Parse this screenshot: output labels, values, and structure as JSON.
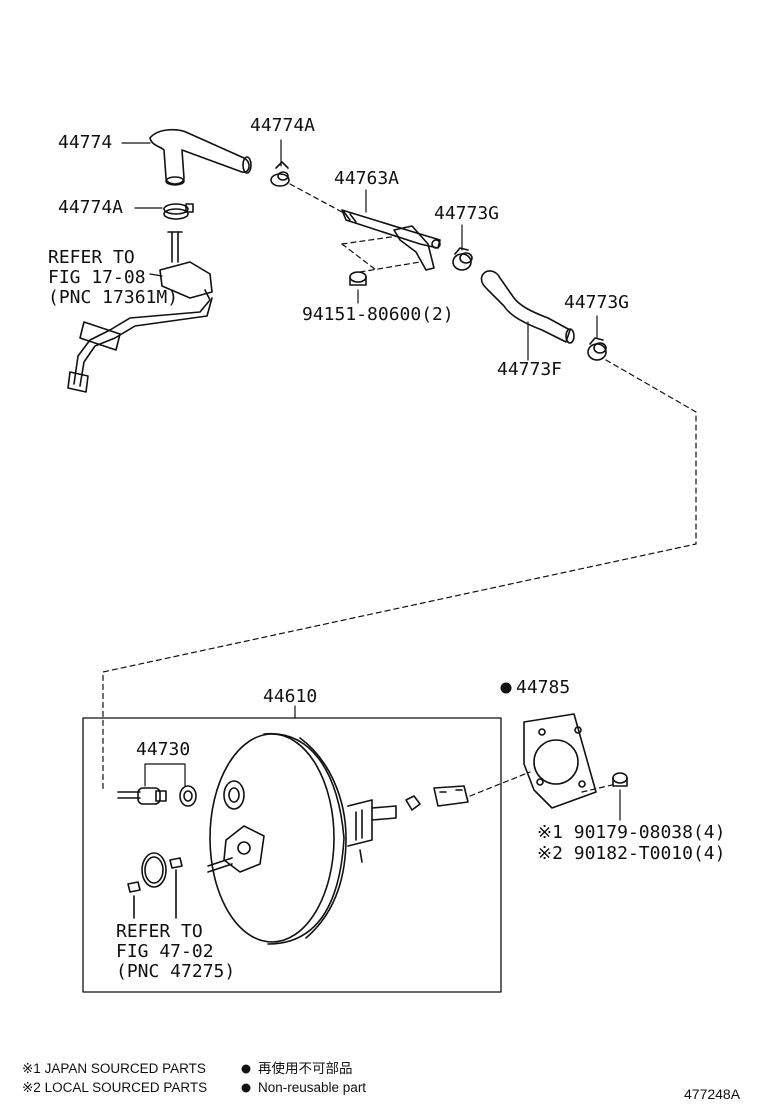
{
  "diagram_id": "477248A",
  "labels": {
    "hose_upper": "44774",
    "clamp_upper_right": "44774A",
    "clamp_upper_left": "44774A",
    "union": "44763A",
    "clamp_middle": "44773G",
    "clamp_right": "44773G",
    "hose_lower": "44773F",
    "nut_union": "94151-80600(2)",
    "booster_assy": "44610",
    "check_valve": "44730",
    "gasket": "44785",
    "nut_note_1": "※1 90179-08038(4)",
    "nut_note_2": "※2 90182-T0010(4)"
  },
  "refer_upper": {
    "line1": "REFER TO",
    "line2": "FIG 17-08",
    "line3": "(PNC 17361M)"
  },
  "refer_lower": {
    "line1": "REFER TO",
    "line2": "FIG 47-02",
    "line3": "(PNC 47275)"
  },
  "legend": {
    "japan_sourced": "※1 JAPAN SOURCED PARTS",
    "local_sourced": "※2 LOCAL SOURCED PARTS",
    "non_reusable_jp": "再使用不可部品",
    "non_reusable_en": "Non-reusable part"
  }
}
